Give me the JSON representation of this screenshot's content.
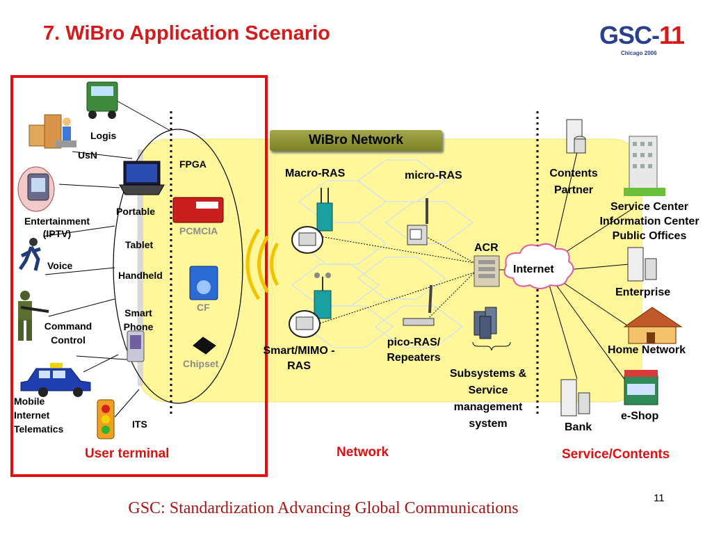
{
  "title": "7. WiBro Application Scenario",
  "logo": {
    "text": "GSC-11",
    "subtitle": "Chicago 2006"
  },
  "network_banner": "WiBro Network",
  "user_terminal": {
    "heading": "User terminal",
    "applications": [
      "Logis",
      "UsN",
      "Entertainment (IPTV)",
      "Voice",
      "Command Control",
      "Mobile Internet Telematics",
      "ITS"
    ],
    "devices": [
      "Portable",
      "Tablet",
      "Handheld",
      "Smart Phone"
    ],
    "modules": [
      "FPGA",
      "PCMCIA",
      "CF",
      "Chipset"
    ]
  },
  "network": {
    "heading": "Network",
    "nodes": [
      "Macro-RAS",
      "micro-RAS",
      "Smart/MIMO -RAS",
      "pico-RAS/ Repeaters",
      "ACR",
      "Subsystems & Service management system"
    ]
  },
  "services": {
    "heading": "Service/Contents",
    "internet": "Internet",
    "items": [
      "Contents Partner",
      "Service Center Information Center Public Offices",
      "Enterprise",
      "Home Network",
      "e-Shop",
      "Bank"
    ]
  },
  "footer": "GSC: Standardization Advancing Global Communications",
  "page_number": "11",
  "colors": {
    "title": "#d61a1a",
    "zone_fill": "#fff79a",
    "frame": "#e01010",
    "footer": "#a81414"
  },
  "icons": [
    "truck-icon",
    "warehouse-workers-icon",
    "pda-hand-icon",
    "running-man-icon",
    "soldier-icon",
    "taxi-icon",
    "traffic-light-icon",
    "laptop-icon",
    "smartphone-icon",
    "pcmcia-card-icon",
    "cf-card-icon",
    "chipset-icon",
    "tower-icon",
    "ras-unit-icon",
    "antenna-icon",
    "server-rack-icon",
    "cloud-icon",
    "office-building-icon",
    "house-icon",
    "shop-icon",
    "server-icon"
  ]
}
